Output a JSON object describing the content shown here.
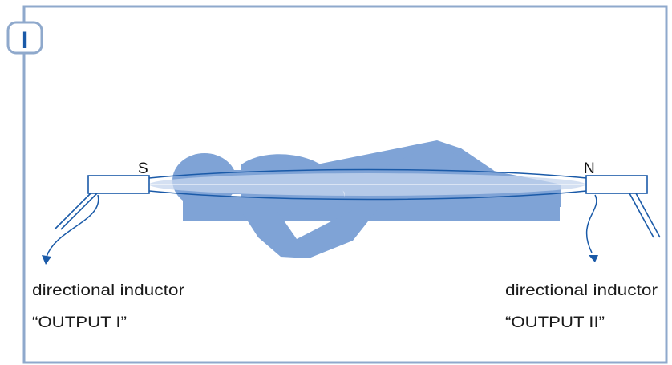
{
  "badge": {
    "text": "I"
  },
  "poles": {
    "left": "S",
    "right": "N"
  },
  "left_inductor": {
    "line1": "directional inductor",
    "line2": "“OUTPUT I”"
  },
  "right_inductor": {
    "line1": "directional inductor",
    "line2": "“OUTPUT II”"
  },
  "colors": {
    "frame": "#8fa9cc",
    "figure": "#7fa3d6",
    "beam": "#c5d6ee",
    "device_stroke": "#1a5aa8",
    "arrow": "#1a5aa8"
  }
}
